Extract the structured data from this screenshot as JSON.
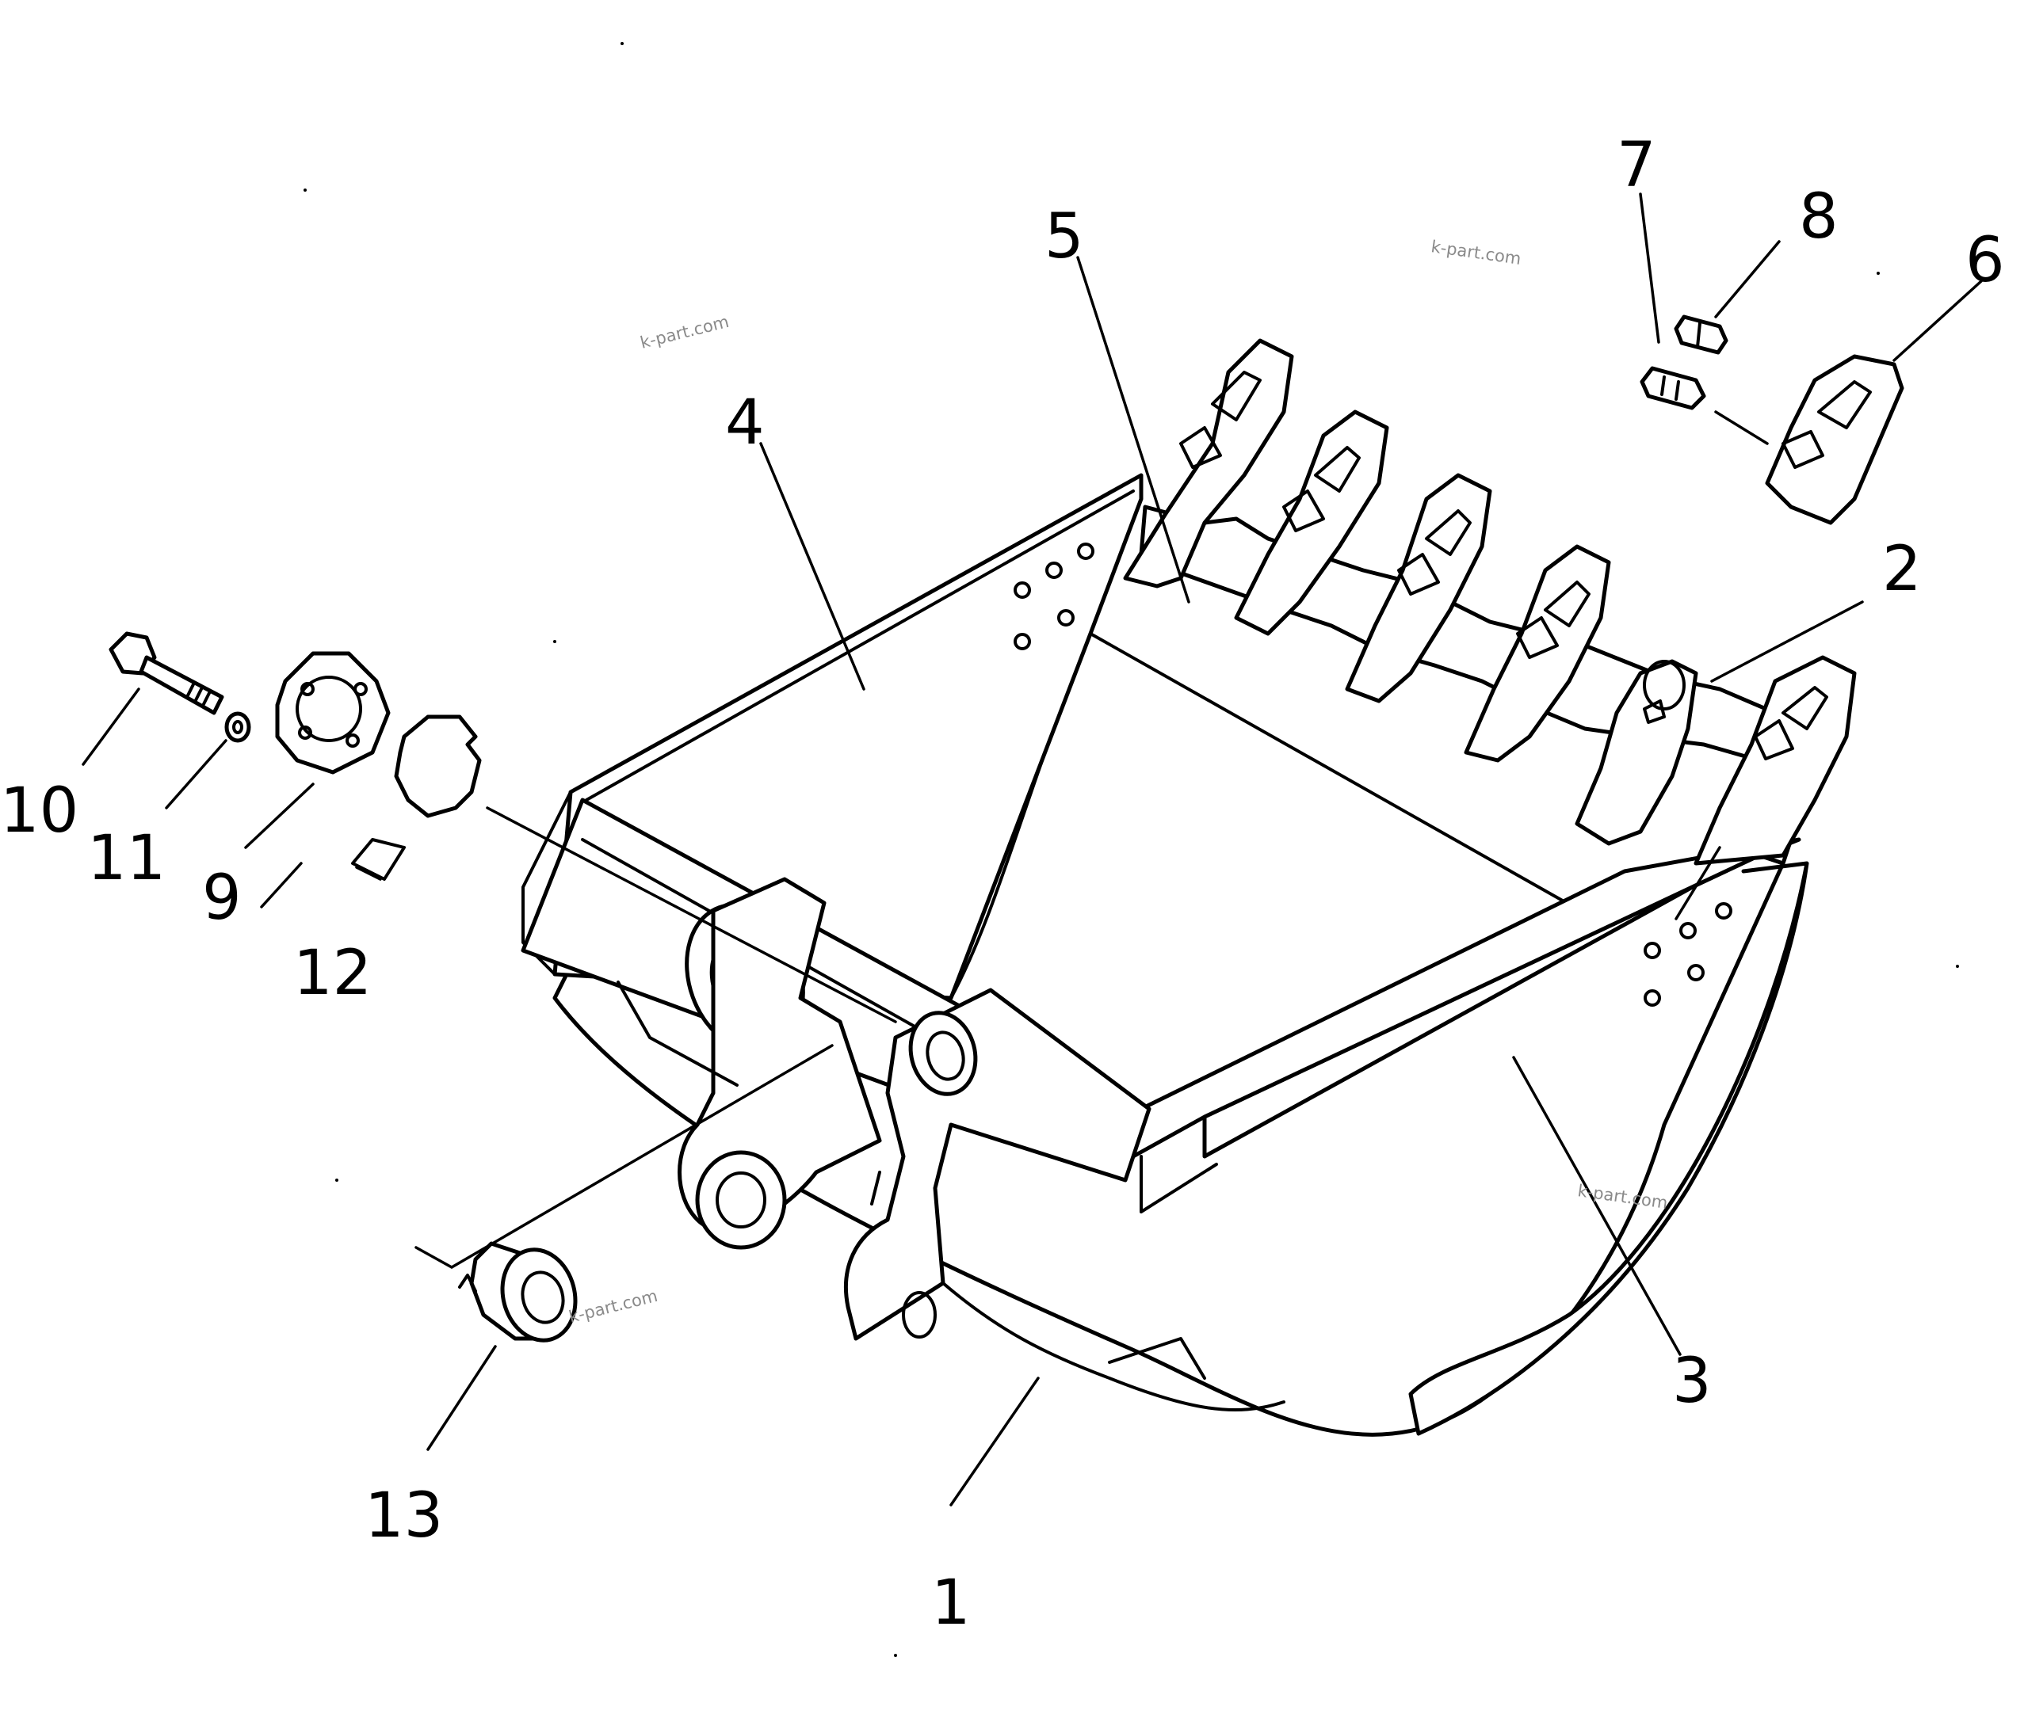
{
  "callouts": {
    "c1": "1",
    "c2": "2",
    "c3": "3",
    "c4": "4",
    "c5": "5",
    "c6": "6",
    "c7": "7",
    "c8": "8",
    "c9": "9",
    "c10": "10",
    "c11": "11",
    "c12": "12",
    "c13": "13"
  },
  "watermark": "k-part.com"
}
